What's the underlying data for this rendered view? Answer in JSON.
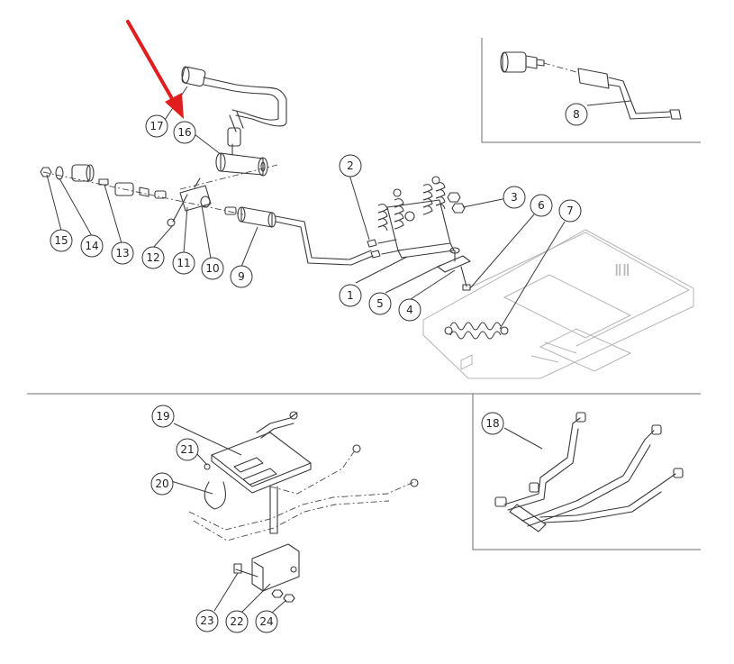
{
  "figure": {
    "callouts": [
      {
        "label": "1"
      },
      {
        "label": "2"
      },
      {
        "label": "3"
      },
      {
        "label": "4"
      },
      {
        "label": "5"
      },
      {
        "label": "6"
      },
      {
        "label": "7"
      },
      {
        "label": "8"
      },
      {
        "label": "9"
      },
      {
        "label": "10"
      },
      {
        "label": "11"
      },
      {
        "label": "12"
      },
      {
        "label": "13"
      },
      {
        "label": "14"
      },
      {
        "label": "15"
      },
      {
        "label": "16"
      },
      {
        "label": "17"
      },
      {
        "label": "18"
      },
      {
        "label": "19"
      },
      {
        "label": "20"
      },
      {
        "label": "21"
      },
      {
        "label": "22"
      },
      {
        "label": "23"
      },
      {
        "label": "24"
      }
    ],
    "arrow_color": "#e01e1e",
    "line_color": "#3a3a3a"
  }
}
